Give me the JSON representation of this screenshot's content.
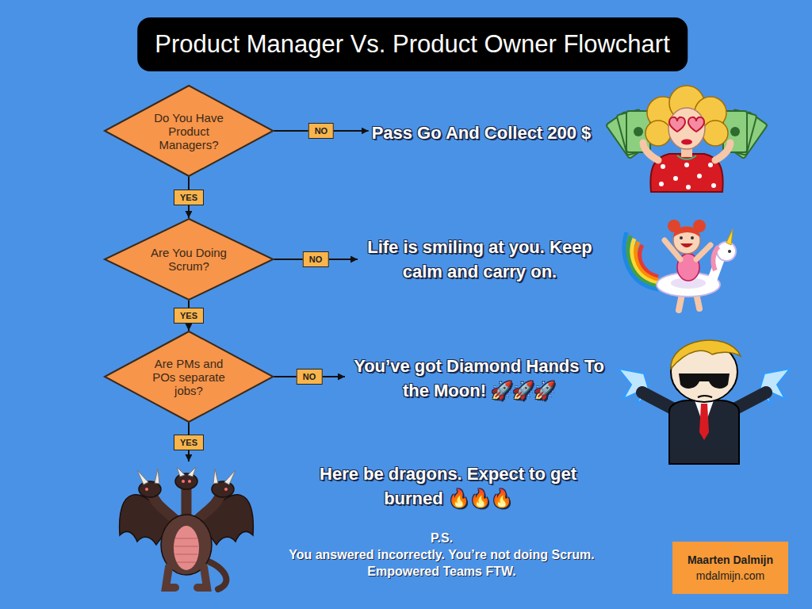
{
  "diagram": {
    "title": "Product Manager Vs. Product Owner Flowchart",
    "nodes": [
      {
        "text": [
          "Do You Have Product Managers?"
        ]
      },
      {
        "text": [
          "Pass Go And Collect 200 $"
        ]
      },
      {
        "text": [
          "Are You Doing Scrum?"
        ]
      },
      {
        "text": [
          "Life is smiling at you. Keep calm and carry on."
        ]
      },
      {
        "text": [
          "Are PMs and POs separate jobs?"
        ]
      },
      {
        "text": [
          "You’ve got Diamond Hands To the Moon! 🚀🚀🚀"
        ]
      },
      {
        "text": [
          "Here be dragons. Expect to get burned 🔥🔥🔥"
        ]
      },
      {
        "text": [
          "Maarten Dalmijn",
          "mdalmijn.com"
        ]
      }
    ],
    "edges": [
      {
        "from": 0,
        "to": 1,
        "label": "NO",
        "arrow": "to"
      },
      {
        "from": 0,
        "to": 2,
        "label": "YES",
        "arrow": "to"
      },
      {
        "from": 2,
        "to": 3,
        "label": "NO",
        "arrow": "to"
      },
      {
        "from": 2,
        "to": 4,
        "label": "YES",
        "arrow": "to"
      },
      {
        "from": 4,
        "to": 5,
        "label": "NO",
        "arrow": "to"
      },
      {
        "from": 4,
        "to": 6,
        "label": "YES",
        "arrow": "to"
      }
    ],
    "labels": [
      "P.S.",
      "You answered incorrectly. You’re not doing Scrum.",
      "Empowered Teams FTW."
    ]
  }
}
